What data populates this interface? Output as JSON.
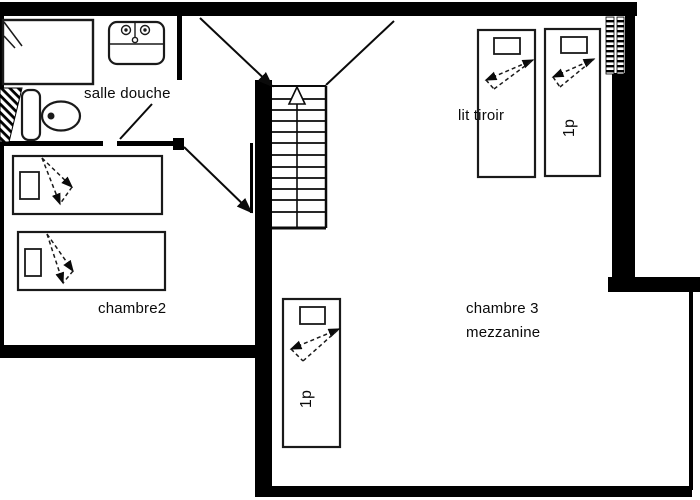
{
  "page": {
    "type": "floor-plan",
    "background": "#ffffff",
    "ink": "#000000"
  },
  "rooms": {
    "bathroom": {
      "label": "salle douche"
    },
    "chambre2": {
      "label": "chambre2"
    },
    "chambre3": {
      "label": "chambre 3",
      "sublabel": "mezzanine"
    }
  },
  "beds": {
    "drawer_bed_label": "lit tiroir",
    "single_right_label": "1p",
    "single_bottom_label": "1p"
  },
  "symbols": {
    "staircase": "staircase-with-up-arrow",
    "shower": "shower-tray",
    "sink": "washbasin",
    "toilet": "wc-toilet",
    "window": "window-hatch",
    "bed_arrow": "sleeping-direction-arrow"
  }
}
